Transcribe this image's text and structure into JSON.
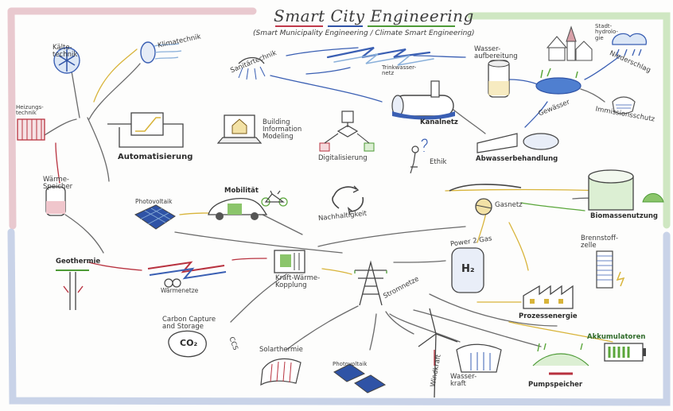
{
  "title": "Smart City Engineering",
  "subtitle": "(Smart Municipality Engineering / Climate Smart Engineering)",
  "colors": {
    "red_zone": "#e9c9cf",
    "green_zone": "#cfe7c2",
    "blue_zone": "#c9d3e8",
    "title_red": "#c0394b",
    "title_blue": "#2f53a6",
    "title_green": "#4d9a36",
    "heat_red": "#b8323f",
    "water_blue": "#3a5fb3",
    "energy_yellow": "#d8b43a",
    "bio_green": "#5aa63a",
    "ink": "#3a3a3a"
  },
  "nodes": {
    "kaeltetechnik": "Kälte-\ntechnik",
    "klimatechnik": "Klimatechnik",
    "heizungstechnik": "Heizungs-\ntechnik",
    "automatisierung": "Automatisierung",
    "bim": "Building\nInformation\nModeling",
    "sanitaertechnik": "Sanitärtechnik",
    "trinkwassernetz": "Trinkwasser-\nnetz",
    "wasseraufbereitung": "Wasser-\naufbereitung",
    "stadthydrologie": "Stadt-\nhydrolo-\ngie",
    "niederschlag": "Niederschlag",
    "gewaesser": "Gewässer",
    "immissionsschutz": "Immissionsschutz",
    "kanalnetz": "Kanalnetz",
    "digitalisierung": "Digitalisierung",
    "ethik": "Ethik",
    "abwasserbehandlung": "Abwasserbehandlung",
    "waermespeicher": "Wärme-\nSpeicher",
    "photovoltaik": "Photovoltaik",
    "mobilitaet": "Mobilität",
    "nachhaltigkeit": "Nachhaltigkeit",
    "gasnetz": "Gasnetz",
    "biomassenutzung": "Biomassenutzung",
    "geothermie": "Geothermie",
    "waermenetze": "Wärmenetze",
    "kwk": "Kraft-Wärme-\nKopplung",
    "stromnetze": "Stromnetze",
    "power_to_gas": "Power 2 Gas",
    "h2": "H₂",
    "brennstoffzelle": "Brennstoff-\nzelle",
    "prozessenergie": "Prozessenergie",
    "ccs": "Carbon Capture\nand Storage",
    "ccs_abbr": "CCS",
    "co2": "CO₂",
    "solarthermie": "Solarthermie",
    "photovoltaik2": "Photovoltaik",
    "windkraft": "Windkraft",
    "wasserkraft": "Wasser-\nkraft",
    "akkumulatoren": "Akkumulatoren",
    "pumpspeicher": "Pumpspeicher"
  },
  "icons": [
    "snowflake-icon",
    "fan-icon",
    "radiator-icon",
    "control-loop-icon",
    "laptop-house-icon",
    "shower-icon",
    "pipes-icon",
    "tank-icon",
    "church-icon",
    "rain-cloud-icon",
    "pond-icon",
    "mask-icon",
    "sewer-pipe-icon",
    "decision-tree-icon",
    "ethics-figure-icon",
    "clarifier-icon",
    "storage-tank-icon",
    "solar-panel-icon",
    "electric-car-icon",
    "bicycle-icon",
    "recycle-icon",
    "gas-pipe-icon",
    "biogas-dome-icon",
    "borehole-icon",
    "district-heating-icon",
    "chp-container-icon",
    "pylon-icon",
    "hydrogen-tank-icon",
    "fuel-cell-stack-icon",
    "factory-icon",
    "co2-bag-icon",
    "solar-collector-icon",
    "pv-array-icon",
    "wind-turbine-icon",
    "dam-icon",
    "battery-icon",
    "pump-storage-icon"
  ]
}
